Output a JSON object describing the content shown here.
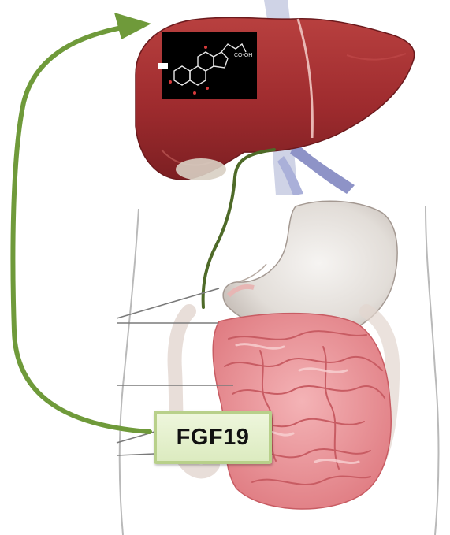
{
  "figure": {
    "signal_label": "FGF19",
    "molecule_label": "CO-OH"
  },
  "colors": {
    "arrow": "#6f9a3a",
    "bile_duct": "#4e6a28",
    "liver": "#9e2b2e",
    "intestine": "#e58a8f",
    "stomach": "#e7e3df",
    "label_box": "#dcebc0",
    "molecule_background": "#000000"
  },
  "icons": {
    "liver": "liver-organ",
    "stomach": "stomach-organ",
    "intestine": "small-intestine",
    "molecule": "bile-acid-structure"
  }
}
